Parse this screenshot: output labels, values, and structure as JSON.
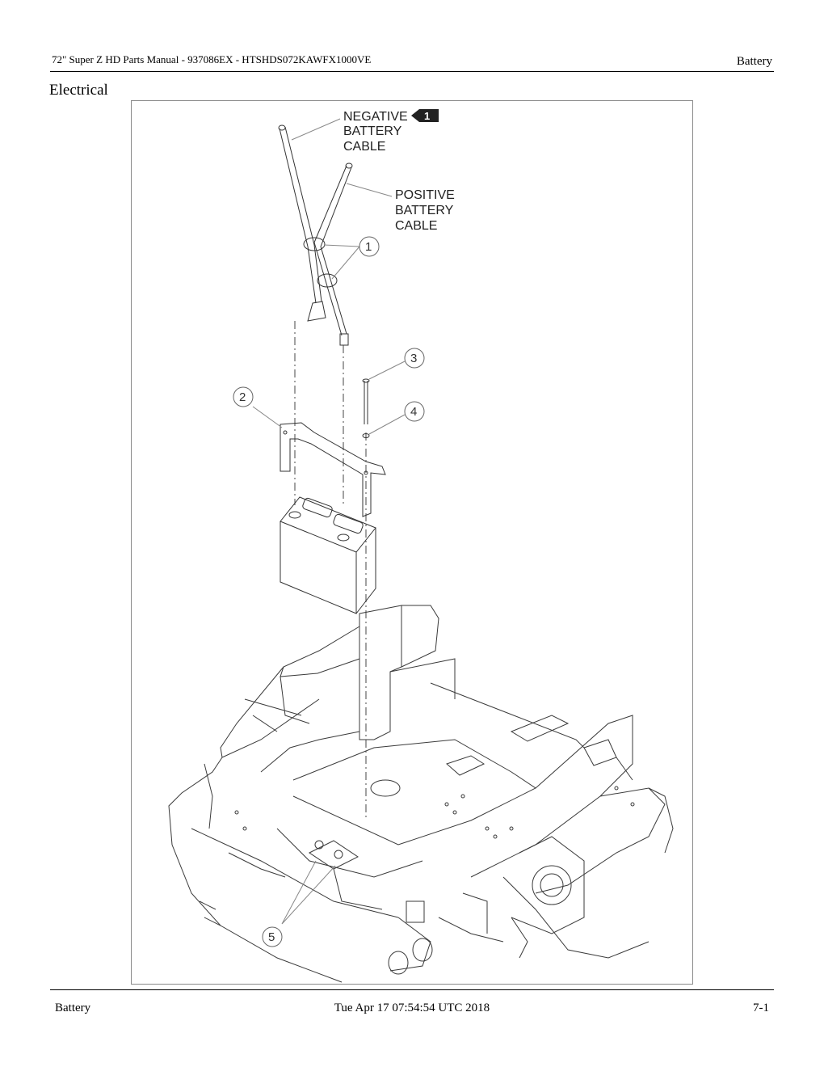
{
  "header": {
    "manual_title": "72\" Super Z HD Parts Manual - 937086EX - HTSHDS072KAWFX1000VE",
    "section": "Battery"
  },
  "section_title": "Electrical",
  "figure": {
    "labels": {
      "negative_cable": [
        "NEGATIVE",
        "BATTERY",
        "CABLE"
      ],
      "negative_badge": "1",
      "positive_cable": [
        "POSITIVE",
        "BATTERY",
        "CABLE"
      ]
    },
    "callouts": [
      "1",
      "2",
      "3",
      "4",
      "5"
    ]
  },
  "footer": {
    "left": "Battery",
    "center": "Tue Apr 17 07:54:54 UTC 2018",
    "right": "7-1"
  }
}
